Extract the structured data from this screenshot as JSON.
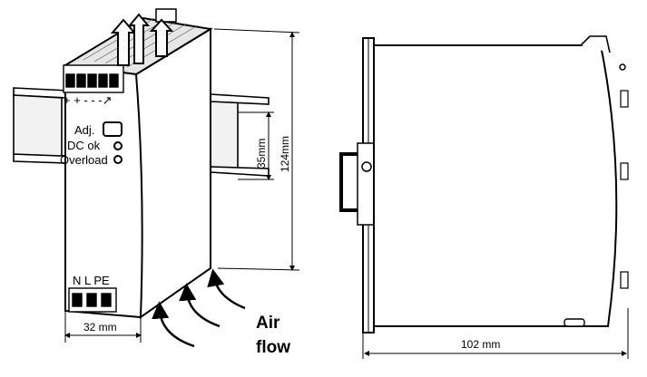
{
  "device": {
    "terminal_top_label": "+ + -  -  -↗",
    "adj_label": "Adj.",
    "dc_ok_label": "DC ok",
    "overload_label": "Overload",
    "terminal_bottom_label": "N L PE"
  },
  "dimensions": {
    "rail_height": "35mm",
    "height": "124mm",
    "width": "32 mm",
    "depth": "102 mm"
  },
  "airflow": {
    "line1": "Air",
    "line2": "flow"
  },
  "colors": {
    "line": "#000000",
    "fill": "#ffffff",
    "shade": "#d9d9d9"
  }
}
